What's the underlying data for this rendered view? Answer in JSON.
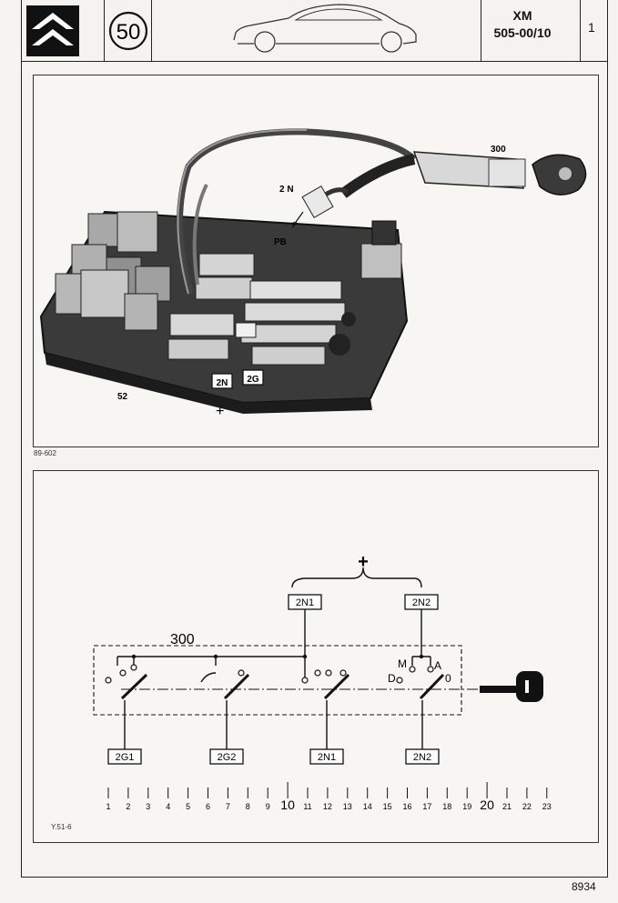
{
  "header": {
    "section_number": "50",
    "model": "XM",
    "reference": "505-00/10",
    "sheet_number": "1"
  },
  "photo": {
    "labels": {
      "switch": "300",
      "connector": "2 N",
      "pb": "PB",
      "box": "52",
      "plus": "+",
      "tag_2n": "2N",
      "tag_2g": "2G"
    },
    "figure_ref": "89-602"
  },
  "diagram": {
    "plus": "+",
    "top_connectors": [
      "2N1",
      "2N2"
    ],
    "switch_label": "300",
    "positions": [
      "M",
      "A",
      "D",
      "0"
    ],
    "bottom_connectors": [
      "2G1",
      "2G2",
      "2N1",
      "2N2"
    ],
    "scale": [
      "1",
      "2",
      "3",
      "4",
      "5",
      "6",
      "7",
      "8",
      "9",
      "10",
      "11",
      "12",
      "13",
      "14",
      "15",
      "16",
      "17",
      "18",
      "19",
      "20",
      "21",
      "22",
      "23"
    ],
    "figure_ref": "Y.51-6"
  },
  "footer": {
    "page_ref": "8934"
  }
}
